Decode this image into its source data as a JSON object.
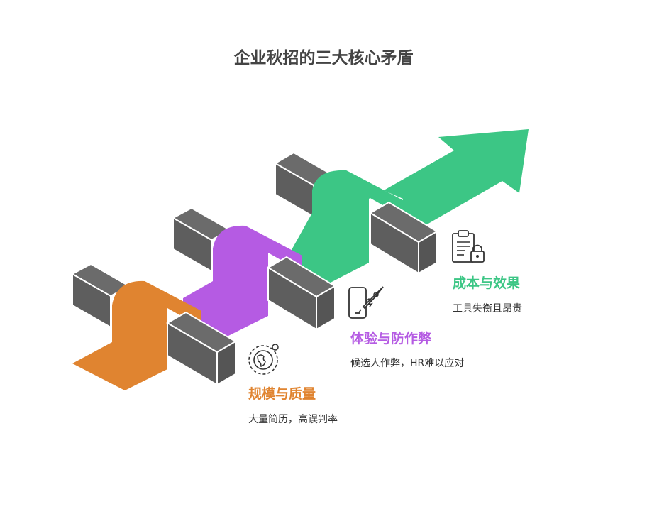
{
  "title": "企业秋招的三大核心矛盾",
  "colors": {
    "orange": "#E08430",
    "purple": "#B55BE3",
    "green": "#3CC685",
    "block_top": "#6B6B6B",
    "block_side": "#5E5E5E",
    "block_front": "#555555",
    "icon_stroke": "#333333"
  },
  "items": [
    {
      "heading": "规模与质量",
      "description": "大量简历，高误判率",
      "icon": "globe-icon",
      "color": "#E08430"
    },
    {
      "heading": "体验与防作弊",
      "description": "候选人作弊，HR难以应对",
      "icon": "phone-rocket-icon",
      "color": "#B55BE3"
    },
    {
      "heading": "成本与效果",
      "description": "工具失衡且昂贵",
      "icon": "clipboard-lock-icon",
      "color": "#3CC685"
    }
  ]
}
